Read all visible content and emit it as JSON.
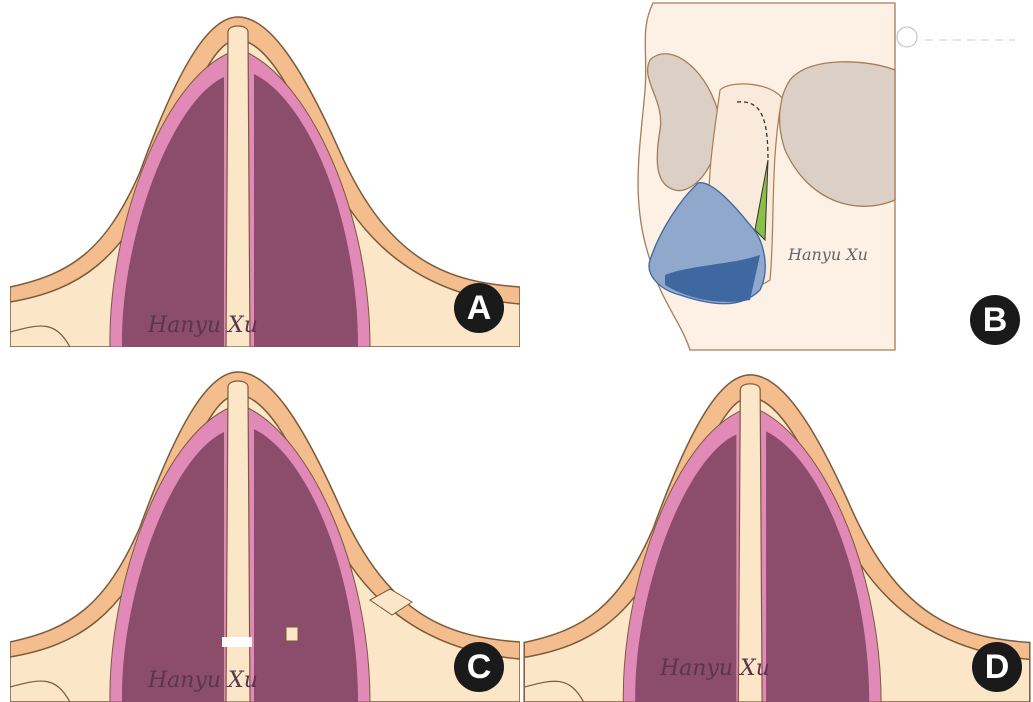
{
  "panels": [
    {
      "label": "A",
      "signature": "Hanyu Xu"
    },
    {
      "label": "B",
      "signature": "Hanyu Xu"
    },
    {
      "label": "C",
      "signature": "Hanyu Xu"
    },
    {
      "label": "D",
      "signature": "Hanyu Xu"
    }
  ],
  "colors": {
    "skin": "#f3bd8e",
    "bone": "#fbe6c8",
    "mucosa": "#e18ab8",
    "cavity": "#8c4c6b",
    "outline": "#7a5a3a",
    "splint_light": "#8fa8cc",
    "splint_dark": "#3f67a0",
    "graft": "#8cbf45",
    "face": "#fdf0e4",
    "orbit": "#dccfc6"
  }
}
